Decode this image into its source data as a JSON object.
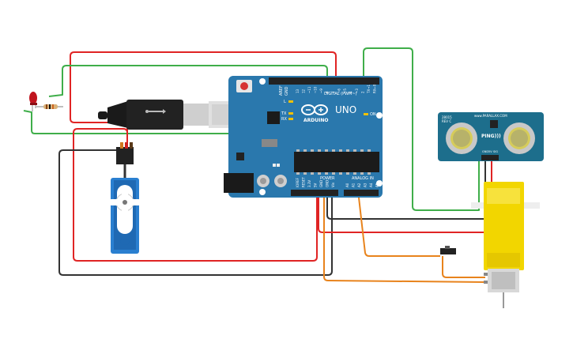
{
  "board": {
    "brand": "ARDUINO",
    "model": "UNO",
    "digital_header": "DIGITAL (PWM~)",
    "power_header": "POWER",
    "analog_header": "ANALOG IN",
    "aref": "AREF",
    "gnd": "GND",
    "led_l": "L",
    "led_tx": "TX",
    "led_rx": "RX",
    "led_on": "ON",
    "digital_pins": [
      "13",
      "12",
      "~11",
      "~10",
      "~9",
      "8",
      "7",
      "~6",
      "~5",
      "4",
      "~3",
      "2",
      "TX→1",
      "RX←0"
    ],
    "power_pins": [
      "IOREF",
      "RESET",
      "3.3V",
      "5V",
      "GND",
      "GND",
      "Vin"
    ],
    "analog_pins": [
      "A0",
      "A1",
      "A2",
      "A3",
      "A4",
      "A5"
    ]
  },
  "sensor": {
    "part_no": "28015",
    "rev": "REV C",
    "brand": "www.PARALLAX.COM",
    "name": "PING)))",
    "pin_labels": [
      "GND",
      "5V",
      "SIG"
    ]
  },
  "colors": {
    "board": "#2a78ad",
    "wire_red": "#e02424",
    "wire_green": "#3fae4a",
    "wire_black": "#333333",
    "wire_orange": "#e8831c",
    "servo": "#2a7fd0",
    "motor": "#f2d600",
    "sensor_board": "#1d6e8c",
    "led": "#c0141e"
  },
  "icons": {
    "usb_cable": "usb-cable-icon",
    "led": "led-icon",
    "resistor": "resistor-icon",
    "servo": "servo-icon",
    "ultrasonic": "ultrasonic-sensor-icon",
    "gear_motor": "gear-motor-icon",
    "switch": "slide-switch-icon"
  }
}
